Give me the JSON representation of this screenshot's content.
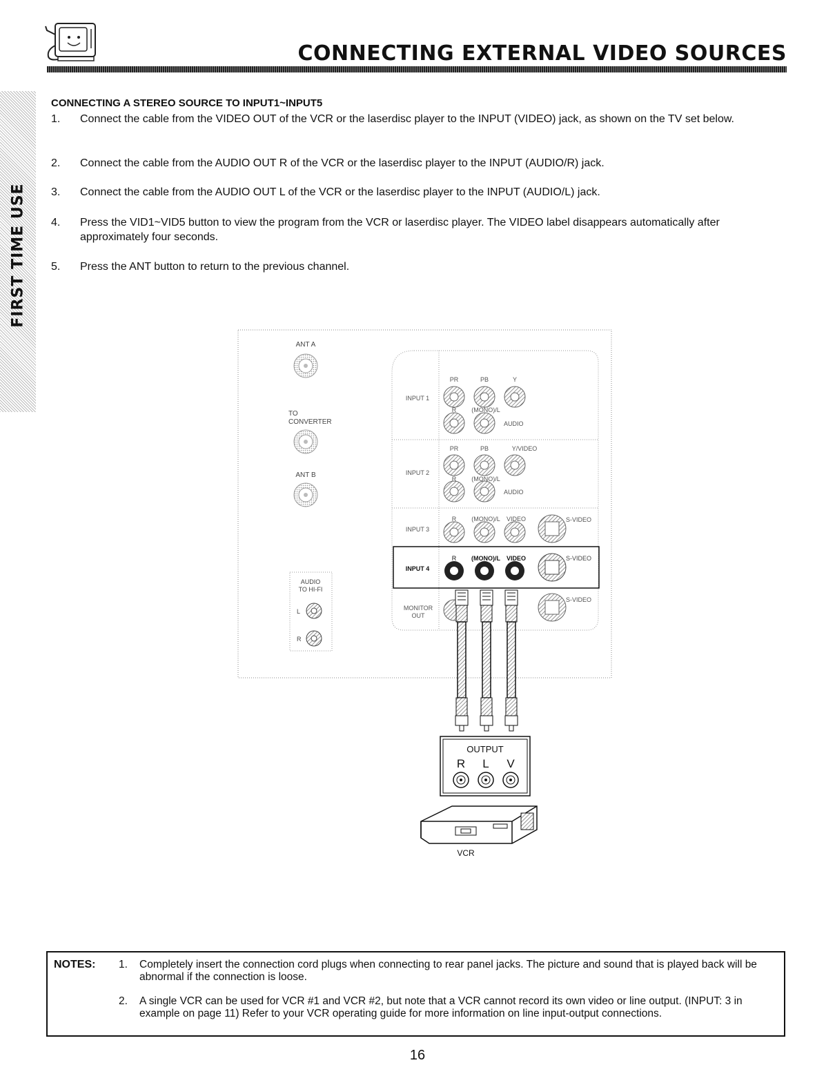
{
  "header": {
    "title": "CONNECTING EXTERNAL VIDEO SOURCES",
    "logo_icon": "tv-mascot-icon"
  },
  "side_tab": {
    "label": "FIRST TIME USE"
  },
  "section": {
    "heading": "CONNECTING A STEREO SOURCE TO INPUT1~INPUT5",
    "steps": [
      {
        "num": "1.",
        "text": "Connect the cable from the VIDEO OUT of the VCR or the laserdisc player to the INPUT (VIDEO) jack, as shown on the TV set below."
      },
      {
        "num": "2.",
        "text": "Connect the cable from the AUDIO OUT R of the VCR or the laserdisc player to the INPUT (AUDIO/R) jack."
      },
      {
        "num": "3.",
        "text": "Connect the cable from the AUDIO OUT L of the VCR or the laserdisc player to the INPUT (AUDIO/L) jack."
      },
      {
        "num": "4.",
        "text": "Press the VID1~VID5 button to view the program from the VCR or laserdisc player.  The VIDEO label disappears automatically after approximately four seconds."
      },
      {
        "num": "5.",
        "text": "Press the ANT button to return to the previous channel."
      }
    ]
  },
  "diagram": {
    "ant_a": "ANT A",
    "to_converter": [
      "TO",
      "CONVERTER"
    ],
    "ant_b": "ANT B",
    "audio_to_hifi": [
      "AUDIO",
      "TO HI-FI"
    ],
    "l": "L",
    "r": "R",
    "input1": "INPUT 1",
    "input2": "INPUT 2",
    "input3": "INPUT 3",
    "input4": "INPUT 4",
    "monitor_out": [
      "MONITOR",
      "OUT"
    ],
    "pr": "PR",
    "pb": "PB",
    "y": "Y",
    "y_video": "Y/VIDEO",
    "mono_l": "(MONO)/L",
    "audio": "AUDIO",
    "video": "VIDEO",
    "s_video": "S-VIDEO",
    "output_label": "OUTPUT",
    "output_r": "R",
    "output_l": "L",
    "output_v": "V",
    "vcr_label": "VCR"
  },
  "notes": {
    "label": "NOTES:",
    "items": [
      {
        "num": "1.",
        "text": "Completely insert the connection cord plugs when connecting to rear panel jacks.  The picture and sound that is played back will be abnormal if the connection is loose."
      },
      {
        "num": "2.",
        "text": "A single VCR can be used for VCR #1 and VCR #2, but note that a VCR cannot record its own video or line output.  (INPUT: 3 in example on page 11)  Refer to your VCR operating guide for more information on line input-output connections."
      }
    ]
  },
  "page_number": "16"
}
